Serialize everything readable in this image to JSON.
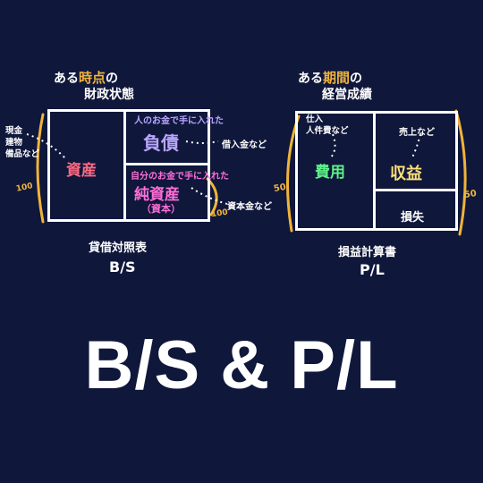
{
  "colors": {
    "background": "#0f173b",
    "accent_orange": "#f0b43a",
    "asset_red": "#ff6b84",
    "liability_lilac": "#b9a6ff",
    "equity_pink": "#ff6fd8",
    "expense_green": "#5ef28a",
    "revenue_yellow": "#ffe07a"
  },
  "bs": {
    "heading_prefix": "ある",
    "heading_highlight": "時点",
    "heading_suffix": "の",
    "heading_line2": "財政状態",
    "assets": "資産",
    "asset_examples": [
      "現金",
      "建物",
      "備品など"
    ],
    "liabilities_caption": "人のお金で手に入れた",
    "liabilities": "負債",
    "liabilities_example": "借入金など",
    "equity_caption": "自分のお金で手に入れた",
    "equity": "純資産",
    "equity_sub": "（資本）",
    "equity_example": "資本金など",
    "left_total": "100",
    "right_total": "100",
    "title_jp": "貸借対照表",
    "title_en": "B/S"
  },
  "pl": {
    "heading_prefix": "ある",
    "heading_highlight": "期間",
    "heading_suffix": "の",
    "heading_line2": "経営成績",
    "expense_examples": [
      "仕入",
      "人件費など"
    ],
    "expenses": "費用",
    "revenue_example": "売上など",
    "revenue": "収益",
    "loss": "損失",
    "left_total": "50",
    "right_total": "50",
    "title_jp": "損益計算書",
    "title_en": "P/L"
  },
  "main_title": "B/S & P/L"
}
